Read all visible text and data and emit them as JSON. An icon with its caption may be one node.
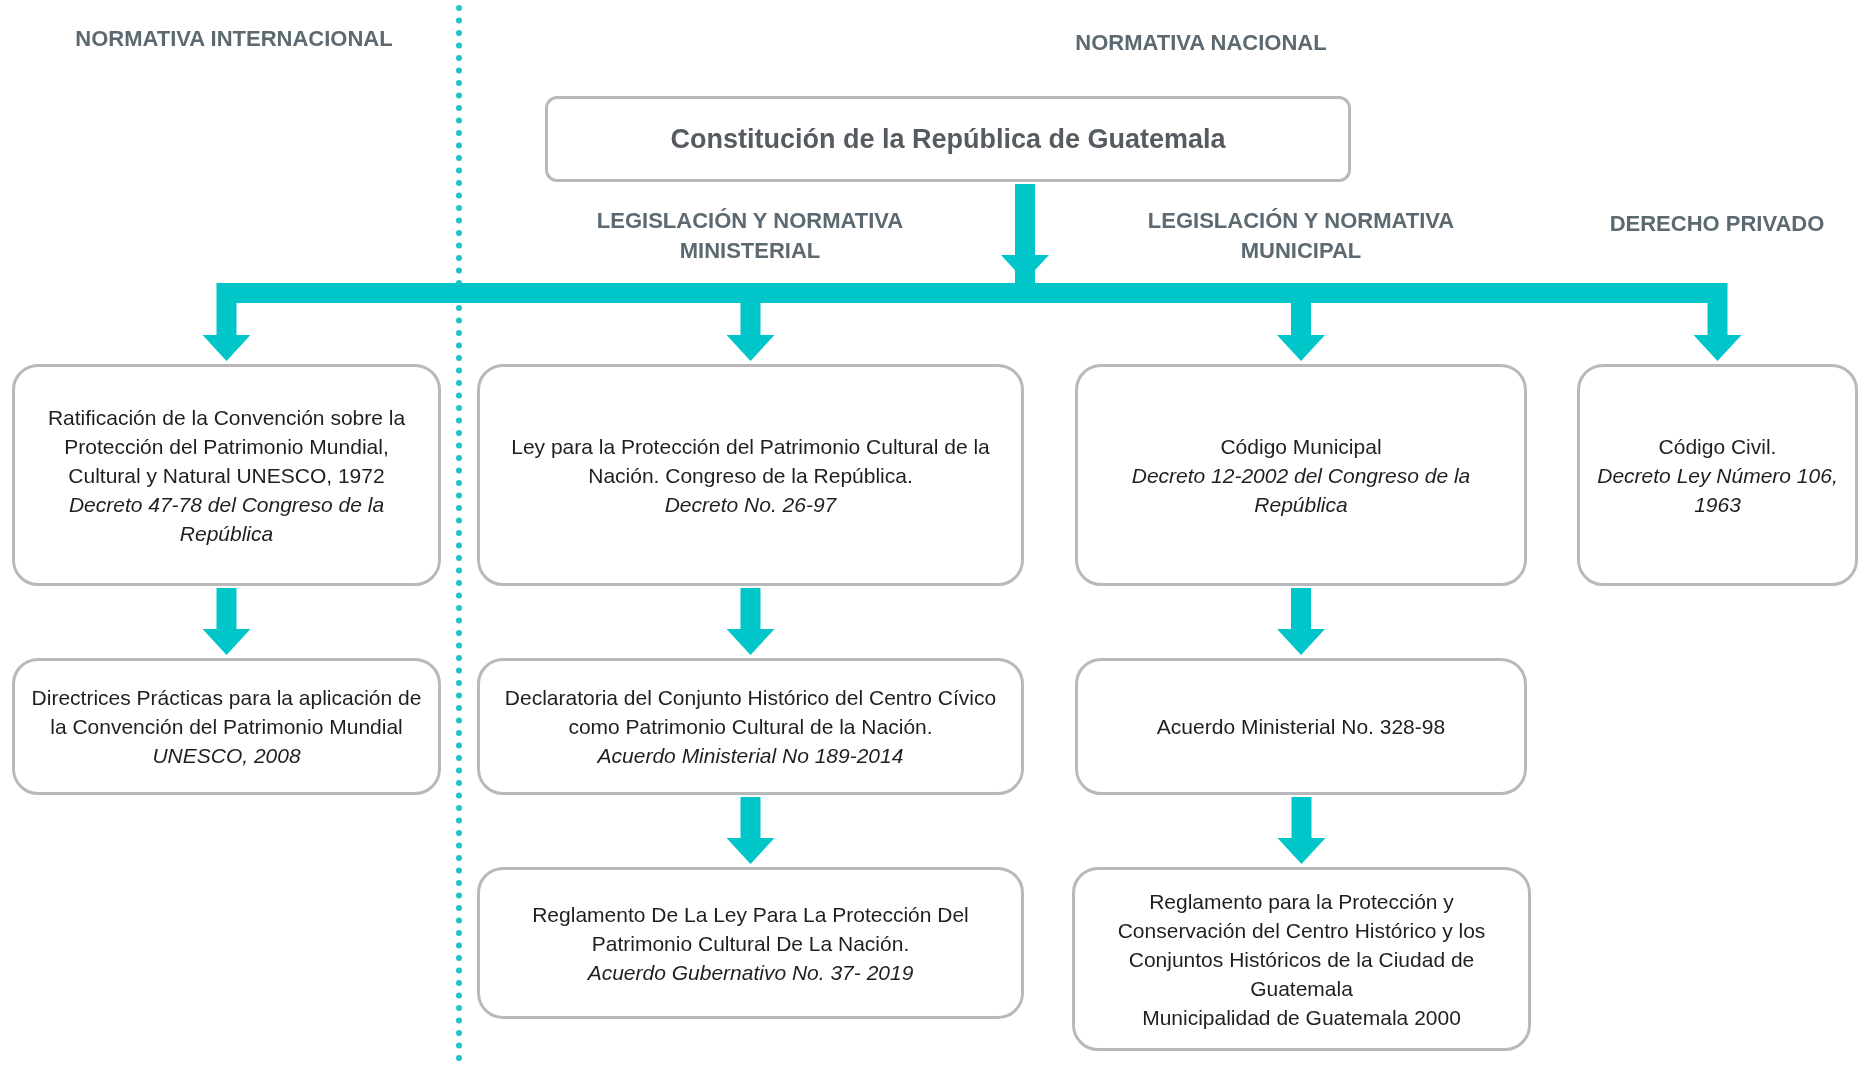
{
  "diagram": {
    "nodes": [
      {
        "text": [
          "Constitución de la República de Guatemala"
        ]
      },
      {
        "text": [
          "Ratificación de la Convención sobre la Protección del Patrimonio Mundial, Cultural y Natural UNESCO, 1972",
          "Decreto 47-78 del Congreso de la República"
        ]
      },
      {
        "text": [
          "Ley para la Protección del Patrimonio Cultural de la Nación. Congreso de la República.",
          "Decreto No. 26-97"
        ]
      },
      {
        "text": [
          "Código Municipal",
          "Decreto 12-2002 del Congreso de la República"
        ]
      },
      {
        "text": [
          "Código Civil.",
          "Decreto Ley Número 106, 1963"
        ]
      },
      {
        "text": [
          "Directrices Prácticas para la aplicación de la Convención del Patrimonio Mundial",
          "UNESCO, 2008"
        ]
      },
      {
        "text": [
          "Declaratoria del Conjunto Histórico del Centro Cívico como Patrimonio Cultural de la Nación.",
          "Acuerdo Ministerial No 189-2014"
        ]
      },
      {
        "text": [
          "Acuerdo Ministerial No. 328-98"
        ]
      },
      {
        "text": [
          "Reglamento De La Ley Para La Protección Del Patrimonio Cultural De La Nación.",
          "Acuerdo Gubernativo No. 37- 2019"
        ]
      },
      {
        "text": [
          "Reglamento para la Protección y Conservación del Centro Histórico y los Conjuntos Históricos de la Ciudad de Guatemala",
          "Municipalidad de Guatemala 2000"
        ]
      }
    ],
    "edges": [
      {
        "from": 0,
        "to": 1,
        "arrow": "to"
      },
      {
        "from": 0,
        "to": 2,
        "arrow": "to"
      },
      {
        "from": 0,
        "to": 3,
        "arrow": "to"
      },
      {
        "from": 0,
        "to": 4,
        "arrow": "to"
      },
      {
        "from": 1,
        "to": 5,
        "arrow": "to"
      },
      {
        "from": 2,
        "to": 6,
        "arrow": "to"
      },
      {
        "from": 3,
        "to": 7,
        "arrow": "to"
      },
      {
        "from": 6,
        "to": 8,
        "arrow": "to"
      },
      {
        "from": 7,
        "to": 9,
        "arrow": "to"
      }
    ],
    "labels": [
      "NORMATIVA INTERNACIONAL",
      "NORMATIVA NACIONAL",
      "LEGISLACIÓN Y NORMATIVA MINISTERIAL",
      "LEGISLACIÓN Y NORMATIVA MUNICIPAL",
      "DERECHO PRIVADO"
    ]
  }
}
